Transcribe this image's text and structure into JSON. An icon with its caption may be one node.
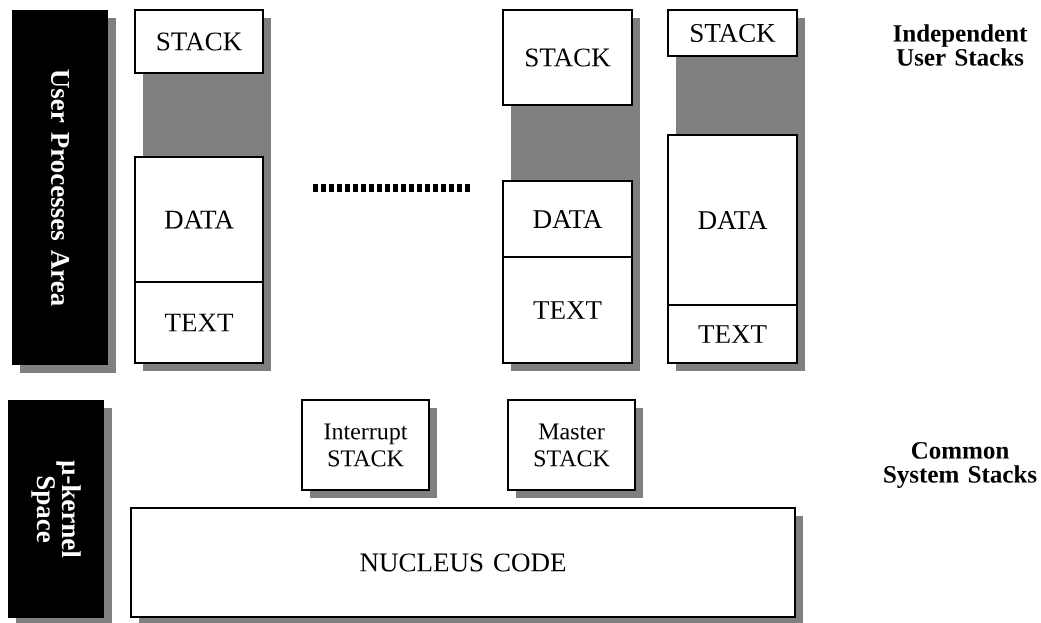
{
  "diagram": {
    "nodes": [
      {
        "text": [
          "User Processes Area"
        ]
      },
      {
        "text": [
          "STACK"
        ]
      },
      {
        "text": [
          "DATA"
        ]
      },
      {
        "text": [
          "TEXT"
        ]
      },
      {
        "text": [
          "STACK"
        ]
      },
      {
        "text": [
          "DATA"
        ]
      },
      {
        "text": [
          "TEXT"
        ]
      },
      {
        "text": [
          "STACK"
        ]
      },
      {
        "text": [
          "DATA"
        ]
      },
      {
        "text": [
          "TEXT"
        ]
      },
      {
        "text": [
          "μ-kernel Space"
        ]
      },
      {
        "text": [
          "Interrupt STACK"
        ]
      },
      {
        "text": [
          "Master STACK"
        ]
      },
      {
        "text": [
          "NUCLEUS CODE"
        ]
      }
    ],
    "edges": [],
    "labels": [
      "Independent User Stacks",
      "Common System Stacks"
    ]
  }
}
